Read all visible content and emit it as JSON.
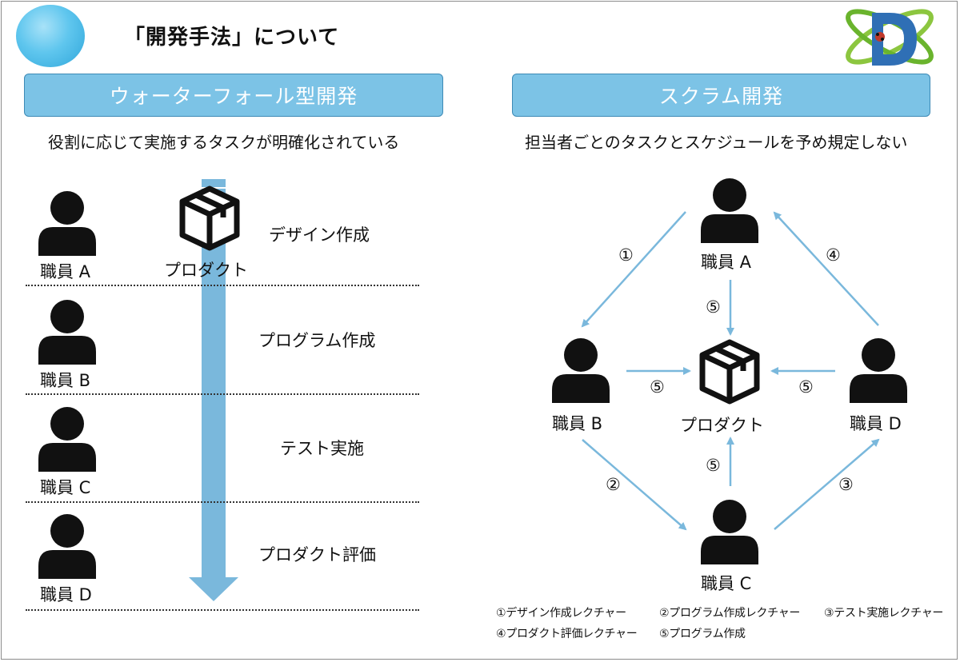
{
  "title": "「開発手法」について",
  "left": {
    "heading": "ウォーターフォール型開発",
    "subtitle": "役割に応じて実施するタスクが明確化されている",
    "product_label": "プロダクト",
    "staff": [
      "職員 A",
      "職員 B",
      "職員 C",
      "職員 D"
    ],
    "tasks": [
      "デザイン作成",
      "プログラム作成",
      "テスト実施",
      "プロダクト評価"
    ]
  },
  "right": {
    "heading": "スクラム開発",
    "subtitle": "担当者ごとのタスクとスケジュールを予め規定しない",
    "product_label": "プロダクト",
    "staff": {
      "a": "職員 A",
      "b": "職員 B",
      "c": "職員 C",
      "d": "職員 D"
    },
    "arrow_labels": {
      "one": "①",
      "two": "②",
      "three": "③",
      "four": "④",
      "five": "⑤"
    },
    "legend": [
      "①デザイン作成レクチャー",
      "②プログラム作成レクチャー",
      "③テスト実施レクチャー",
      "④プロダクト評価レクチャー",
      "⑤プログラム作成"
    ]
  },
  "colors": {
    "band": "#7cc3e6",
    "band_border": "#3d8ab6",
    "arrow": "#7ab8dc",
    "icon": "#111111"
  }
}
